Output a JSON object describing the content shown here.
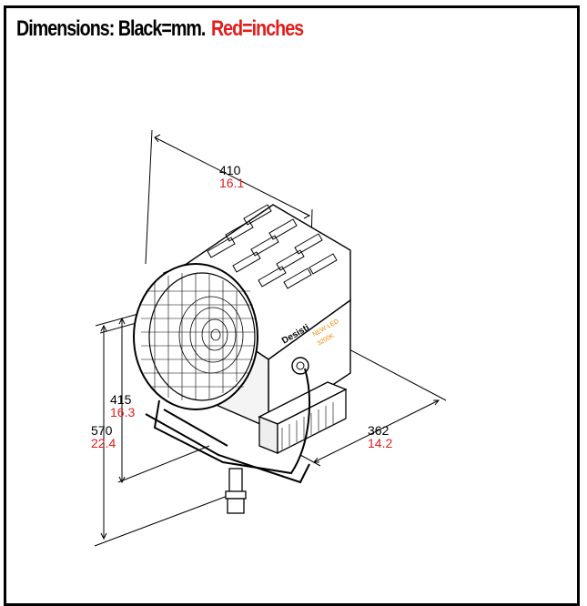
{
  "title": {
    "black_part": "Dimensions: Black=mm.",
    "red_part": "Red=inches"
  },
  "colors": {
    "mm": "#000000",
    "inches": "#e31c1c",
    "frame": "#000000"
  },
  "dimensions": {
    "length": {
      "mm": "410",
      "in": "16.1"
    },
    "head_height": {
      "mm": "415",
      "in": "16.3"
    },
    "total_height": {
      "mm": "570",
      "in": "22.4"
    },
    "width": {
      "mm": "362",
      "in": "14.2"
    }
  },
  "product_labels": {
    "brand": "Desisti",
    "tag_line1": "NEW LED",
    "tag_line2": "3200K"
  }
}
